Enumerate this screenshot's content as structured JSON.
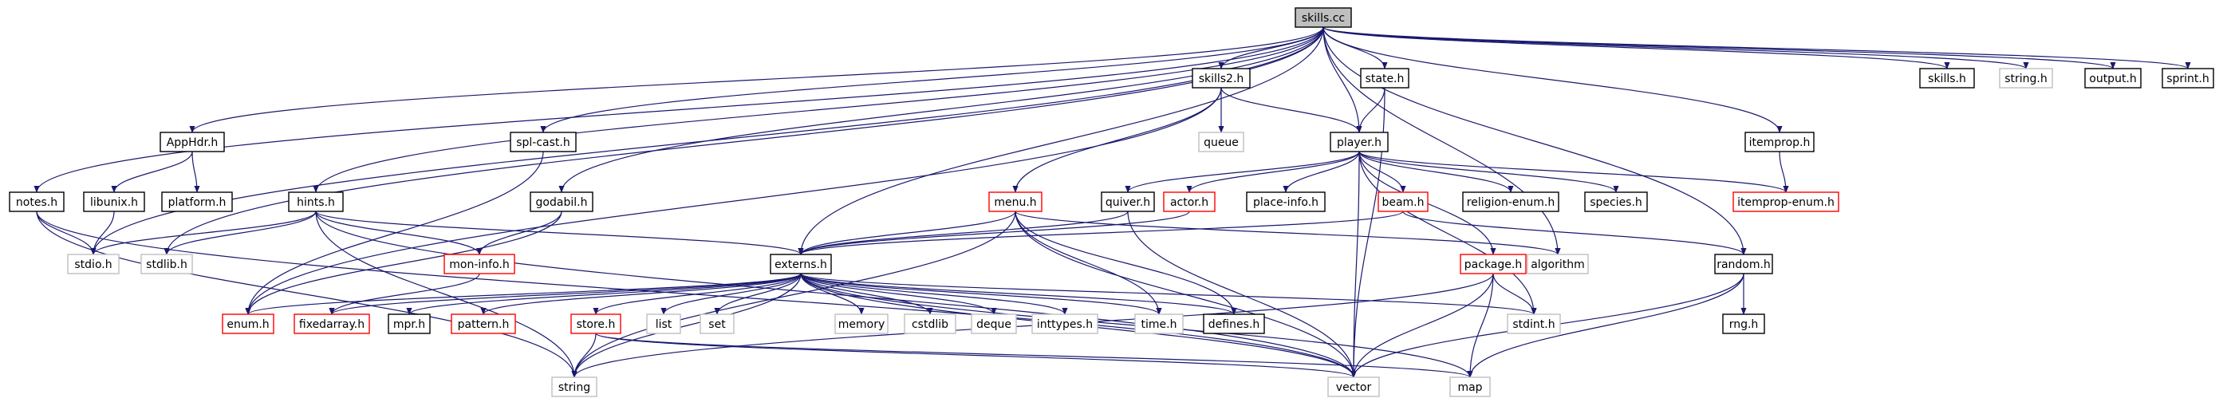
{
  "colors": {
    "edge": "#191970",
    "root_fill": "#bfbfbf",
    "border_documented": "#000000",
    "border_undocumented": "#bfbfbf",
    "border_incomplete": "#ff0000",
    "text": "#000000"
  },
  "nodes": {
    "skills_cc": {
      "label": "skills.cc",
      "style": "root"
    },
    "skills2_h": {
      "label": "skills2.h",
      "style": "documented"
    },
    "state_h": {
      "label": "state.h",
      "style": "documented"
    },
    "skills_h": {
      "label": "skills.h",
      "style": "documented"
    },
    "string_h": {
      "label": "string.h",
      "style": "undocumented"
    },
    "output_h": {
      "label": "output.h",
      "style": "documented"
    },
    "sprint_h": {
      "label": "sprint.h",
      "style": "documented"
    },
    "apphdr_h": {
      "label": "AppHdr.h",
      "style": "documented"
    },
    "spl_cast_h": {
      "label": "spl-cast.h",
      "style": "documented"
    },
    "queue": {
      "label": "queue",
      "style": "undocumented"
    },
    "player_h": {
      "label": "player.h",
      "style": "documented"
    },
    "itemprop_h": {
      "label": "itemprop.h",
      "style": "documented"
    },
    "notes_h": {
      "label": "notes.h",
      "style": "documented"
    },
    "libunix_h": {
      "label": "libunix.h",
      "style": "documented"
    },
    "platform_h": {
      "label": "platform.h",
      "style": "documented"
    },
    "hints_h": {
      "label": "hints.h",
      "style": "documented"
    },
    "godabil_h": {
      "label": "godabil.h",
      "style": "documented"
    },
    "menu_h": {
      "label": "menu.h",
      "style": "incomplete"
    },
    "quiver_h": {
      "label": "quiver.h",
      "style": "documented"
    },
    "actor_h": {
      "label": "actor.h",
      "style": "incomplete"
    },
    "place_info_h": {
      "label": "place-info.h",
      "style": "documented"
    },
    "beam_h": {
      "label": "beam.h",
      "style": "incomplete"
    },
    "religion_enum_h": {
      "label": "religion-enum.h",
      "style": "documented"
    },
    "species_h": {
      "label": "species.h",
      "style": "documented"
    },
    "itemprop_enum_h": {
      "label": "itemprop-enum.h",
      "style": "incomplete"
    },
    "stdio_h": {
      "label": "stdio.h",
      "style": "undocumented"
    },
    "stdlib_h": {
      "label": "stdlib.h",
      "style": "undocumented"
    },
    "mon_info_h": {
      "label": "mon-info.h",
      "style": "incomplete"
    },
    "externs_h": {
      "label": "externs.h",
      "style": "documented"
    },
    "algorithm": {
      "label": "algorithm",
      "style": "undocumented"
    },
    "package_h": {
      "label": "package.h",
      "style": "incomplete"
    },
    "random_h": {
      "label": "random.h",
      "style": "documented"
    },
    "enum_h": {
      "label": "enum.h",
      "style": "incomplete"
    },
    "fixedarray_h": {
      "label": "fixedarray.h",
      "style": "incomplete"
    },
    "mpr_h": {
      "label": "mpr.h",
      "style": "documented"
    },
    "pattern_h": {
      "label": "pattern.h",
      "style": "incomplete"
    },
    "store_h": {
      "label": "store.h",
      "style": "incomplete"
    },
    "list": {
      "label": "list",
      "style": "undocumented"
    },
    "set": {
      "label": "set",
      "style": "undocumented"
    },
    "memory": {
      "label": "memory",
      "style": "undocumented"
    },
    "cstdlib": {
      "label": "cstdlib",
      "style": "undocumented"
    },
    "deque": {
      "label": "deque",
      "style": "undocumented"
    },
    "inttypes_h": {
      "label": "inttypes.h",
      "style": "undocumented"
    },
    "time_h": {
      "label": "time.h",
      "style": "undocumented"
    },
    "defines_h": {
      "label": "defines.h",
      "style": "documented"
    },
    "stdint_h": {
      "label": "stdint.h",
      "style": "undocumented"
    },
    "rng_h": {
      "label": "rng.h",
      "style": "documented"
    },
    "string": {
      "label": "string",
      "style": "undocumented"
    },
    "vector": {
      "label": "vector",
      "style": "undocumented"
    },
    "map": {
      "label": "map",
      "style": "undocumented"
    }
  },
  "edges": [
    [
      "skills_cc",
      "skills2_h"
    ],
    [
      "skills_cc",
      "state_h"
    ],
    [
      "skills_cc",
      "skills_h"
    ],
    [
      "skills_cc",
      "string_h"
    ],
    [
      "skills_cc",
      "output_h"
    ],
    [
      "skills_cc",
      "sprint_h"
    ],
    [
      "skills_cc",
      "apphdr_h"
    ],
    [
      "skills_cc",
      "spl_cast_h"
    ],
    [
      "skills_cc",
      "player_h"
    ],
    [
      "skills_cc",
      "itemprop_h"
    ],
    [
      "skills_cc",
      "notes_h"
    ],
    [
      "skills_cc",
      "hints_h"
    ],
    [
      "skills_cc",
      "godabil_h"
    ],
    [
      "skills_cc",
      "externs_h"
    ],
    [
      "skills_cc",
      "stdio_h"
    ],
    [
      "skills_cc",
      "stdlib_h"
    ],
    [
      "skills_cc",
      "random_h"
    ],
    [
      "skills_cc",
      "algorithm"
    ],
    [
      "apphdr_h",
      "libunix_h"
    ],
    [
      "apphdr_h",
      "platform_h"
    ],
    [
      "libunix_h",
      "stdio_h"
    ],
    [
      "notes_h",
      "stdio_h"
    ],
    [
      "notes_h",
      "string"
    ],
    [
      "notes_h",
      "vector"
    ],
    [
      "skills2_h",
      "queue"
    ],
    [
      "skills2_h",
      "player_h"
    ],
    [
      "skills2_h",
      "menu_h"
    ],
    [
      "skills2_h",
      "enum_h"
    ],
    [
      "state_h",
      "player_h"
    ],
    [
      "state_h",
      "vector"
    ],
    [
      "spl_cast_h",
      "enum_h"
    ],
    [
      "itemprop_h",
      "itemprop_enum_h"
    ],
    [
      "hints_h",
      "stdio_h"
    ],
    [
      "hints_h",
      "stdlib_h"
    ],
    [
      "hints_h",
      "mon_info_h"
    ],
    [
      "hints_h",
      "externs_h"
    ],
    [
      "hints_h",
      "string"
    ],
    [
      "hints_h",
      "vector"
    ],
    [
      "godabil_h",
      "mon_info_h"
    ],
    [
      "godabil_h",
      "enum_h"
    ],
    [
      "player_h",
      "quiver_h"
    ],
    [
      "player_h",
      "actor_h"
    ],
    [
      "player_h",
      "place_info_h"
    ],
    [
      "player_h",
      "beam_h"
    ],
    [
      "player_h",
      "religion_enum_h"
    ],
    [
      "player_h",
      "species_h"
    ],
    [
      "player_h",
      "itemprop_enum_h"
    ],
    [
      "player_h",
      "package_h"
    ],
    [
      "player_h",
      "vector"
    ],
    [
      "player_h",
      "stdint_h"
    ],
    [
      "menu_h",
      "externs_h"
    ],
    [
      "menu_h",
      "algorithm"
    ],
    [
      "menu_h",
      "time_h"
    ],
    [
      "menu_h",
      "defines_h"
    ],
    [
      "menu_h",
      "string"
    ],
    [
      "menu_h",
      "vector"
    ],
    [
      "quiver_h",
      "externs_h"
    ],
    [
      "quiver_h",
      "vector"
    ],
    [
      "actor_h",
      "externs_h"
    ],
    [
      "beam_h",
      "externs_h"
    ],
    [
      "beam_h",
      "random_h"
    ],
    [
      "mon_info_h",
      "fixedarray_h"
    ],
    [
      "externs_h",
      "enum_h"
    ],
    [
      "externs_h",
      "fixedarray_h"
    ],
    [
      "externs_h",
      "mpr_h"
    ],
    [
      "externs_h",
      "pattern_h"
    ],
    [
      "externs_h",
      "store_h"
    ],
    [
      "externs_h",
      "list"
    ],
    [
      "externs_h",
      "set"
    ],
    [
      "externs_h",
      "memory"
    ],
    [
      "externs_h",
      "cstdlib"
    ],
    [
      "externs_h",
      "deque"
    ],
    [
      "externs_h",
      "inttypes_h"
    ],
    [
      "externs_h",
      "time_h"
    ],
    [
      "externs_h",
      "defines_h"
    ],
    [
      "externs_h",
      "stdint_h"
    ],
    [
      "externs_h",
      "string"
    ],
    [
      "externs_h",
      "vector"
    ],
    [
      "externs_h",
      "map"
    ],
    [
      "package_h",
      "stdint_h"
    ],
    [
      "package_h",
      "string"
    ],
    [
      "package_h",
      "vector"
    ],
    [
      "package_h",
      "map"
    ],
    [
      "random_h",
      "rng_h"
    ],
    [
      "random_h",
      "vector"
    ],
    [
      "random_h",
      "map"
    ],
    [
      "store_h",
      "string"
    ],
    [
      "store_h",
      "vector"
    ],
    [
      "store_h",
      "map"
    ]
  ]
}
